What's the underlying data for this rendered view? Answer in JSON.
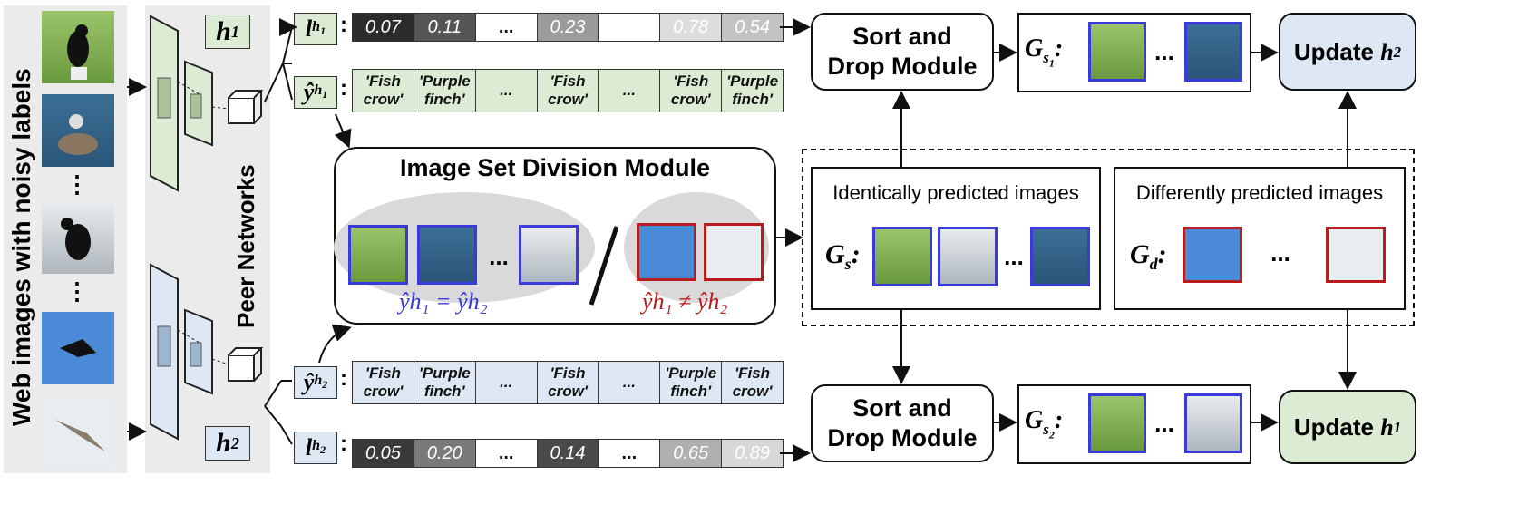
{
  "left_panel_label": "Web images with noisy labels",
  "peer_networks_label": "Peer Networks",
  "h1_label": "h",
  "h1_sub": "1",
  "h2_label": "h",
  "h2_sub": "2",
  "l_h1": {
    "symbol": "l",
    "sub": "h1",
    "sub_sub": "1",
    "values": [
      "0.07",
      "0.11",
      "...",
      "0.23",
      "",
      "0.78",
      "0.54"
    ],
    "shades": [
      "#2b2b2b",
      "#555555",
      "#ffffff",
      "#9b9b9b",
      "#ffffff",
      "#dddddd",
      "#c2c2c2"
    ]
  },
  "y_h1": {
    "symbol": "ŷ",
    "sub": "h",
    "sub_sub": "1",
    "labels": [
      "'Fish crow'",
      "'Purple finch'",
      "...",
      "'Fish crow'",
      "...",
      "'Fish crow'",
      "'Purple finch'"
    ]
  },
  "y_h2": {
    "symbol": "ŷ",
    "sub": "h",
    "sub_sub": "2",
    "labels": [
      "'Fish crow'",
      "'Purple finch'",
      "...",
      "'Fish crow'",
      "...",
      "'Purple finch'",
      "'Fish crow'"
    ]
  },
  "l_h2": {
    "symbol": "l",
    "sub": "h",
    "sub_sub": "2",
    "values": [
      "0.05",
      "0.20",
      "...",
      "0.14",
      "...",
      "0.65",
      "0.89"
    ],
    "shades": [
      "#3a3a3a",
      "#7a7a7a",
      "#ffffff",
      "#4a4a4a",
      "#ffffff",
      "#b0b0b0",
      "#d8d8d8"
    ]
  },
  "isd_module": {
    "title": "Image Set Division Module",
    "eq_label": "ŷh₁ = ŷh₂",
    "neq_label": "ŷh₁ ≠ ŷh₂",
    "ellipsis": "..."
  },
  "sort_drop_top": "Sort and Drop Module",
  "sort_drop_bottom": "Sort and Drop Module",
  "gs1": {
    "label": "G",
    "sub": "s",
    "subsub": "1",
    "colon": ":",
    "ellipsis": "..."
  },
  "gs2": {
    "label": "G",
    "sub": "s",
    "subsub": "2",
    "colon": ":",
    "ellipsis": "..."
  },
  "update_h2": {
    "text": "Update ",
    "var": "h",
    "sub": "2"
  },
  "update_h1": {
    "text": "Update ",
    "var": "h",
    "sub": "1"
  },
  "identical_box": {
    "title": "Identically predicted images",
    "label": "G",
    "sub": "s",
    "colon": ":",
    "ellipsis": "..."
  },
  "different_box": {
    "title": "Differently predicted images",
    "label": "G",
    "sub": "d",
    "colon": ":",
    "ellipsis": "..."
  },
  "colors": {
    "blue_border": "#3a3adb",
    "red_border": "#b81c1c",
    "green_fill": "#dcebd3",
    "blue_fill": "#dde8f4"
  }
}
